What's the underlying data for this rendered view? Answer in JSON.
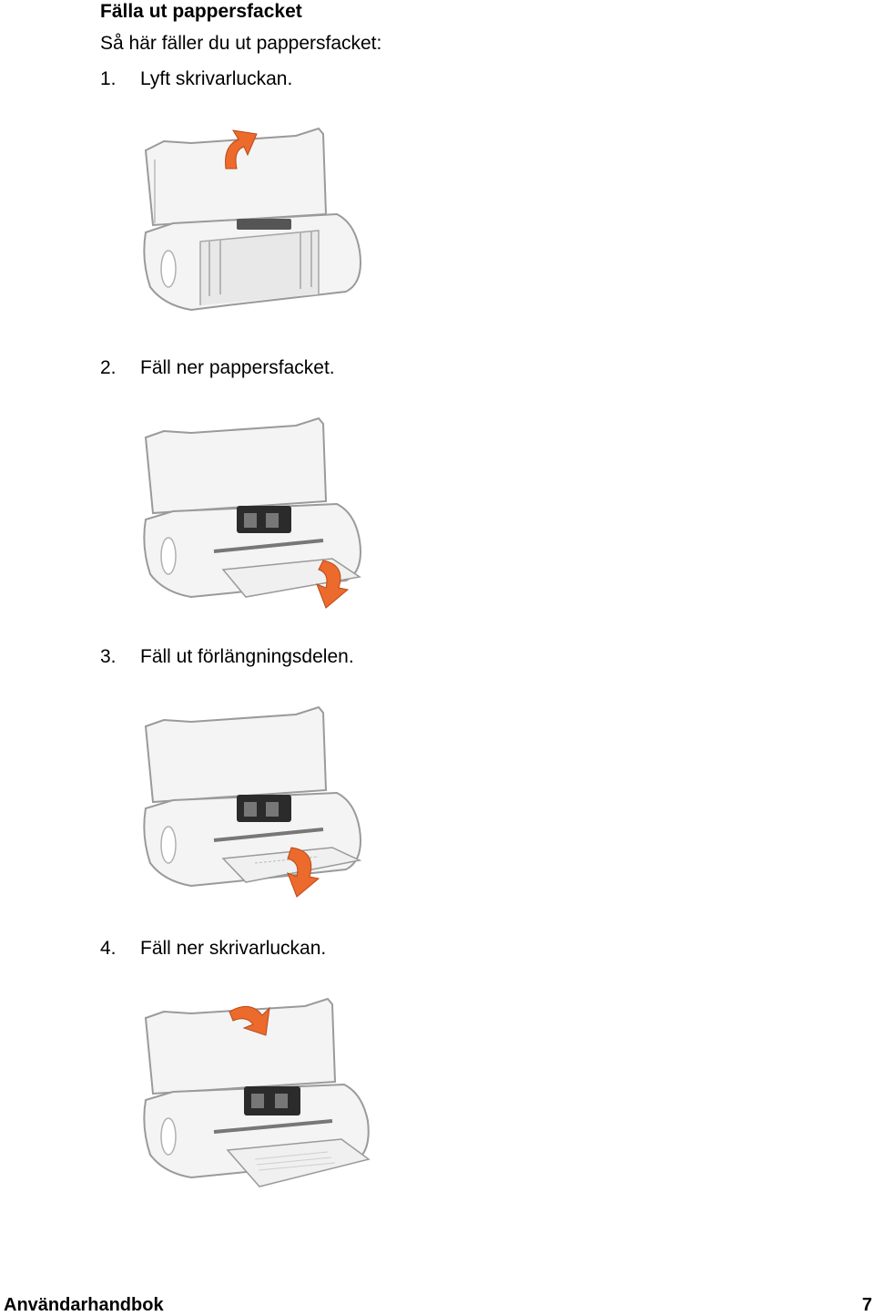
{
  "section": {
    "heading": "Fälla ut pappersfacket",
    "intro": "Så här fäller du ut pappersfacket:"
  },
  "steps": [
    {
      "number": "1.",
      "text": "Lyft skrivarluckan.",
      "illustration": "printer-lid-lift-illustration"
    },
    {
      "number": "2.",
      "text": "Fäll ner pappersfacket.",
      "illustration": "paper-tray-lower-illustration"
    },
    {
      "number": "3.",
      "text": "Fäll ut förlängningsdelen.",
      "illustration": "tray-extension-unfold-illustration"
    },
    {
      "number": "4.",
      "text": "Fäll ner skrivarluckan.",
      "illustration": "printer-lid-close-illustration"
    }
  ],
  "footer": {
    "title": "Användarhandbok",
    "page_number": "7"
  },
  "colors": {
    "arrow": "#ec6a2c",
    "printer_body": "#f4f4f4",
    "printer_outline": "#9a9a9a",
    "cartridge": "#2b2b2b"
  }
}
